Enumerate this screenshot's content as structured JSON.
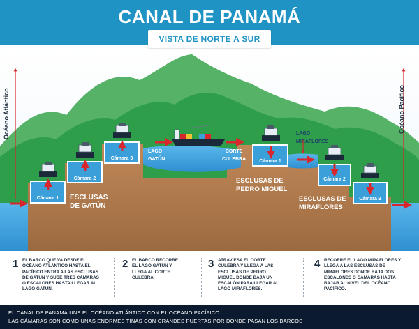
{
  "header": {
    "title": "CANAL DE PANAMÁ",
    "subtitle": "VISTA DE NORTE A SUR"
  },
  "oceans": {
    "atlantic": "Océano Atlántico",
    "pacific": "Océano Pacífico"
  },
  "chambers": {
    "gatun_1": "Cámara 1",
    "gatun_2": "Cámara 2",
    "gatun_3": "Cámara 3",
    "pedro_1": "Cámara 1",
    "mira_2": "Cámara 2",
    "mira_3": "Cámara 3"
  },
  "places": {
    "esclusas_gatun": [
      "ESCLUSAS",
      "DE GATÚN"
    ],
    "lago_gatun": [
      "LAGO",
      "GATÚN"
    ],
    "corte_culebra": [
      "CORTE",
      "CULEBRA"
    ],
    "esclusas_pedro": [
      "ESCLUSAS DE",
      "PEDRO MIGUEL"
    ],
    "lago_miraflores": [
      "LAGO",
      "MIRAFLORES"
    ],
    "esclusas_miraflores": [
      "ESCLUSAS DE",
      "MIRAFLORES"
    ]
  },
  "steps": [
    {
      "number": "1",
      "lines": [
        "El barco que va desde el",
        "Océano Atlántico hasta el",
        "Pacífico entra a las esclusas",
        "de Gatún y sube tres cámaras",
        "o escalones hasta llegar al",
        "Lago Gatún."
      ]
    },
    {
      "number": "2",
      "lines": [
        "El barco recorre",
        "el Lago Gatún y",
        "llega al Corte",
        "Culebra."
      ]
    },
    {
      "number": "3",
      "lines": [
        "Atraviesa el Corte",
        "Culebra y llega a las",
        "esclusas de Pedro",
        "Miguel donde baja un",
        "escalón para llegar al",
        "Lago Miraflores."
      ]
    },
    {
      "number": "4",
      "lines": [
        "Recorre el Lago Miraflores y",
        "llega a las esclusas de",
        "Miraflores donde baja dos",
        "escalones o cámaras hasta",
        "bajar al nivel del océano",
        "Pacífico."
      ]
    }
  ],
  "footer": {
    "line1": "EL CANAL DE PANAMÁ UNE EL OCÉANO ATLÁNTICO CON EL OCÉANO PACÍFICO.",
    "line2": "LAS CÁMARAS SON COMO UNAS ENORMES TINAS CON GRANDES PUERTAS POR DONDE PASAN LOS BARCOS"
  },
  "colors": {
    "header_blue": "#1f93c4",
    "water": "#3b9fd9",
    "land": "#b07a4c",
    "hills_green": "#2f9e4a",
    "arrow_red": "#d8262d",
    "footer_bg": "#0b1a2e"
  }
}
